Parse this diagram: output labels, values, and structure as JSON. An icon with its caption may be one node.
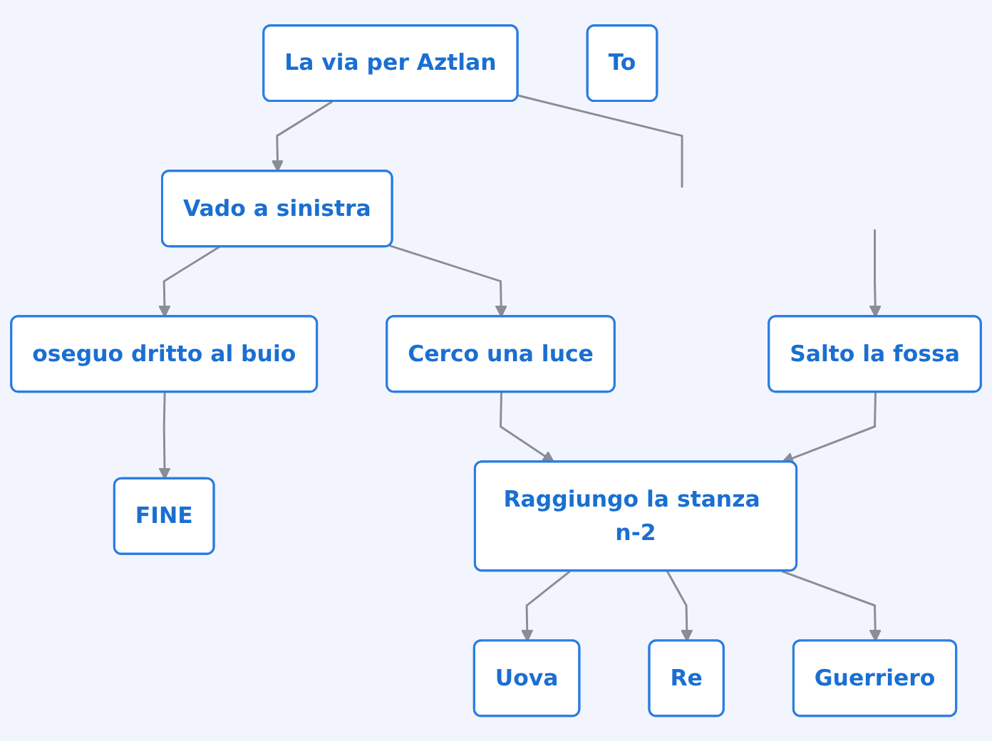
{
  "diagram": {
    "nodes": [
      {
        "text": [
          "La via per Aztlan"
        ]
      },
      {
        "text": [
          "Vado a sinistra"
        ]
      },
      {
        "text": [
          "oseguo dritto al buio"
        ]
      },
      {
        "text": [
          "Cerco una luce"
        ]
      },
      {
        "text": [
          "FINE"
        ]
      },
      {
        "text": [
          "Raggiungo la stanza n-2"
        ]
      },
      {
        "text": [
          "Uova"
        ]
      },
      {
        "text": [
          "Re"
        ]
      },
      {
        "text": [
          "Guerriero"
        ]
      },
      {
        "text": [
          "Salto la fossa"
        ]
      },
      {
        "text": [
          "To"
        ]
      }
    ],
    "edges": [
      {
        "from": 0,
        "to": 1,
        "arrow": "to"
      },
      {
        "from": 1,
        "to": 2,
        "arrow": "to"
      },
      {
        "from": 1,
        "to": 3,
        "arrow": "to"
      },
      {
        "from": 2,
        "to": 4,
        "arrow": "to"
      },
      {
        "from": 3,
        "to": 5,
        "arrow": "to"
      },
      {
        "from": 9,
        "to": 5,
        "arrow": "to"
      },
      {
        "from": 5,
        "to": 6,
        "arrow": "to"
      },
      {
        "from": 5,
        "to": 7,
        "arrow": "to"
      },
      {
        "from": 5,
        "to": 8,
        "arrow": "to"
      },
      {
        "from": 0,
        "to": null,
        "arrow": "none"
      },
      {
        "from": null,
        "to": 9,
        "arrow": "to"
      }
    ]
  }
}
